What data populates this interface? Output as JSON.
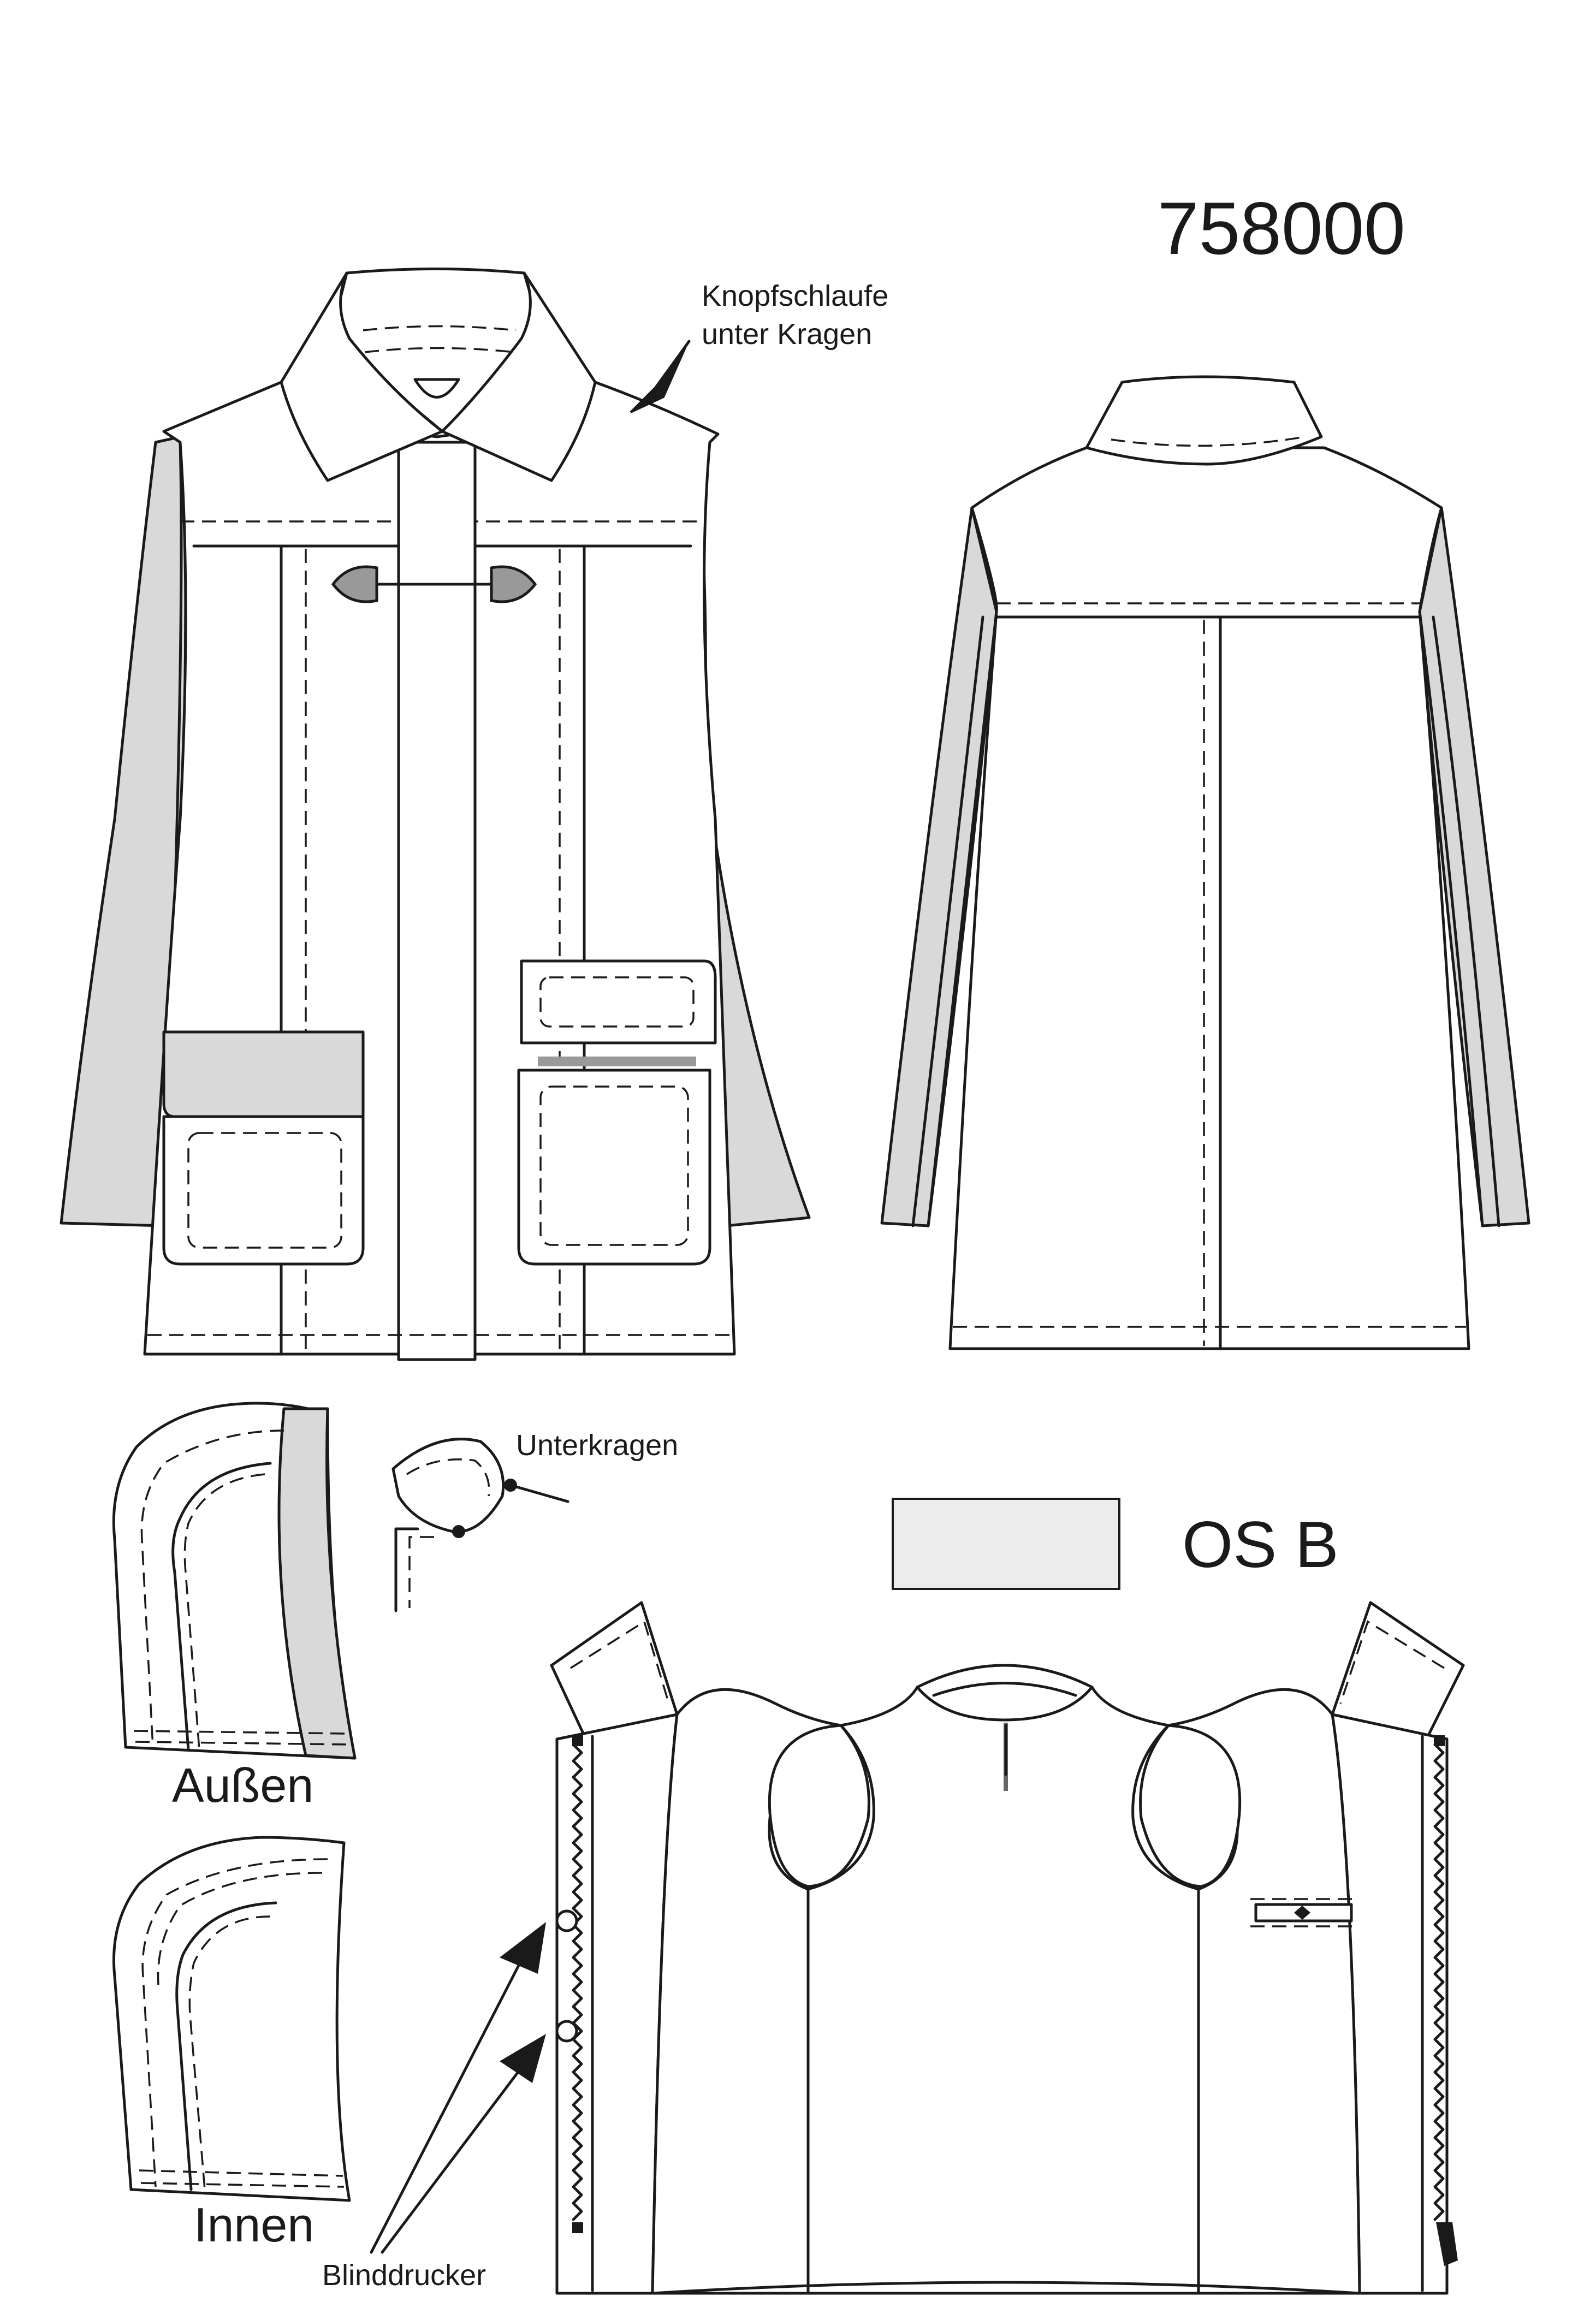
{
  "style_number": "758000",
  "swatch_code": "OS B",
  "labels": {
    "button_loop": [
      "Knopfschlaufe",
      "unter Kragen"
    ],
    "under_collar": "Unterkragen",
    "outer": "Außen",
    "inner": "Innen",
    "blind_snap": "Blinddrucker"
  },
  "colors": {
    "outline": "#1a1a1a",
    "sleeve_fill": "#d9d9da",
    "swatch_fill": "#ececec",
    "toggle_fill": "#999999"
  }
}
